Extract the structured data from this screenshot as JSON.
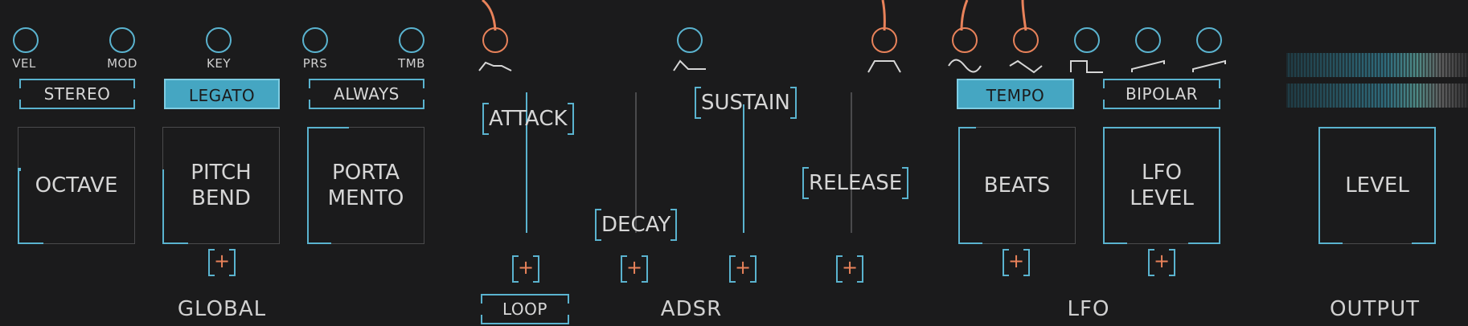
{
  "global": {
    "ports": [
      {
        "label": "VEL"
      },
      {
        "label": "MOD"
      },
      {
        "label": "KEY"
      },
      {
        "label": "PRS"
      },
      {
        "label": "TMB"
      }
    ],
    "toggles": {
      "stereo": "STEREO",
      "legato": "LEGATO",
      "always": "ALWAYS"
    },
    "knobs": {
      "octave": "OCTAVE",
      "pitch_bend_1": "PITCH",
      "pitch_bend_2": "BEND",
      "porta_1": "PORTA",
      "porta_2": "MENTO"
    },
    "section": "GLOBAL"
  },
  "adsr": {
    "attack": "ATTACK",
    "decay": "DECAY",
    "sustain": "SUSTAIN",
    "release": "RELEASE",
    "loop": "LOOP",
    "section": "ADSR"
  },
  "lfo": {
    "toggles": {
      "tempo": "TEMPO",
      "bipolar": "BIPOLAR"
    },
    "knobs": {
      "beats": "BEATS",
      "lfo_level_1": "LFO",
      "lfo_level_2": "LEVEL"
    },
    "section": "LFO"
  },
  "output": {
    "knob": "LEVEL",
    "section": "OUTPUT"
  },
  "mod_symbol": "+",
  "colors": {
    "accent": "#5ab3cf",
    "output_port": "#e8825a",
    "active_toggle": "#45a6c2",
    "background": "#1b1b1c"
  }
}
